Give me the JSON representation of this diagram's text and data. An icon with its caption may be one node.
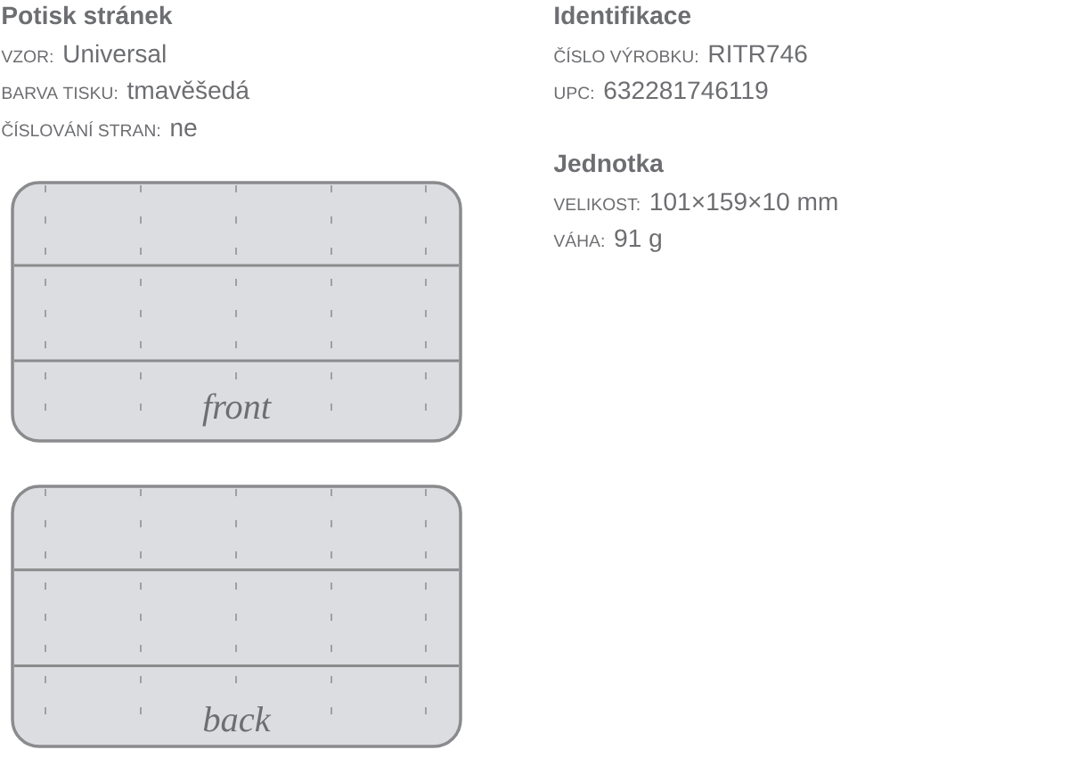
{
  "diagram": {
    "nodes": [
      {
        "text": [
          "front"
        ]
      },
      {
        "text": [
          "back"
        ]
      }
    ],
    "labels": [
      "Potisk stránek",
      "VZOR:",
      "Universal",
      "BARVA TISKU:",
      "tmavěšedá",
      "ČÍSLOVÁNÍ STRAN:",
      "ne",
      "Identifikace",
      "ČÍSLO VÝROBKU:",
      "RITR746",
      "UPC:",
      "632281746119",
      "Jednotka",
      "VELIKOST:",
      "101×159×10 mm",
      "VÁHA:",
      "91 g"
    ]
  }
}
